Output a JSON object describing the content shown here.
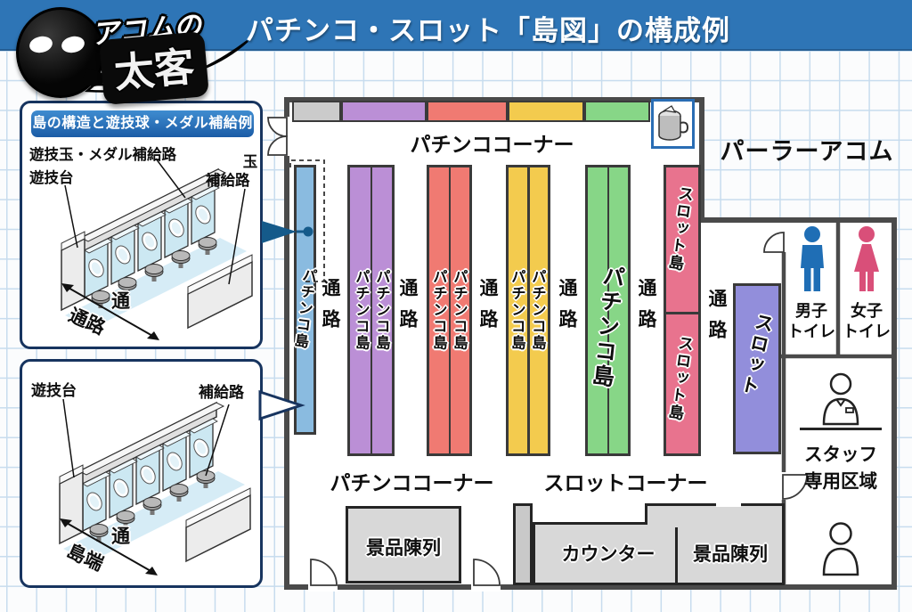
{
  "header": {
    "logo_top": "アコムの",
    "logo_bottom": "太客",
    "title": "パチンコ・スロット「島図」の構成例"
  },
  "parlor_name": "パーラーアコム",
  "inset_top": {
    "title": "島の構造と遊技球・メダル補給例",
    "supply_route_label": "遊技玉・メダル補給路",
    "machine_label": "遊技台",
    "ball_label": "玉",
    "ball_route_label": "補給路",
    "aisle_char": "通",
    "aisle_label": "通路"
  },
  "inset_bottom": {
    "machine_label": "遊技台",
    "route_label": "補給路",
    "aisle_char": "通",
    "island_end_label": "島端"
  },
  "plan": {
    "pachinko_corner": "パチンココーナー",
    "slot_corner": "スロットコーナー",
    "pachinko_island": "パチンコ島",
    "slot_island": "スロット島",
    "slot_short": "スロット",
    "aisle": "通路",
    "mens_toilet": [
      "男子",
      "トイレ"
    ],
    "womens_toilet": [
      "女子",
      "トイレ"
    ],
    "staff_area": [
      "スタッフ",
      "専用区域"
    ],
    "prize_display": "景品陳列",
    "counter": "カウンター"
  },
  "colors": {
    "header_blue": "#2e75b6",
    "island_blue": "#8abbe0",
    "island_purple": "#bb8fd6",
    "island_red": "#f07a72",
    "island_yellow": "#f3cb4e",
    "island_green": "#87d687",
    "island_pink": "#e8738e",
    "island_violet": "#928edb",
    "strip_gray": "#cbcbcb",
    "fixture_gray": "#d8d8d8",
    "wall_gray": "#4a4a4a",
    "mens_blue": "#1f6eb5",
    "womens_pink": "#d94f79",
    "callout_blue": "#155a8a"
  }
}
